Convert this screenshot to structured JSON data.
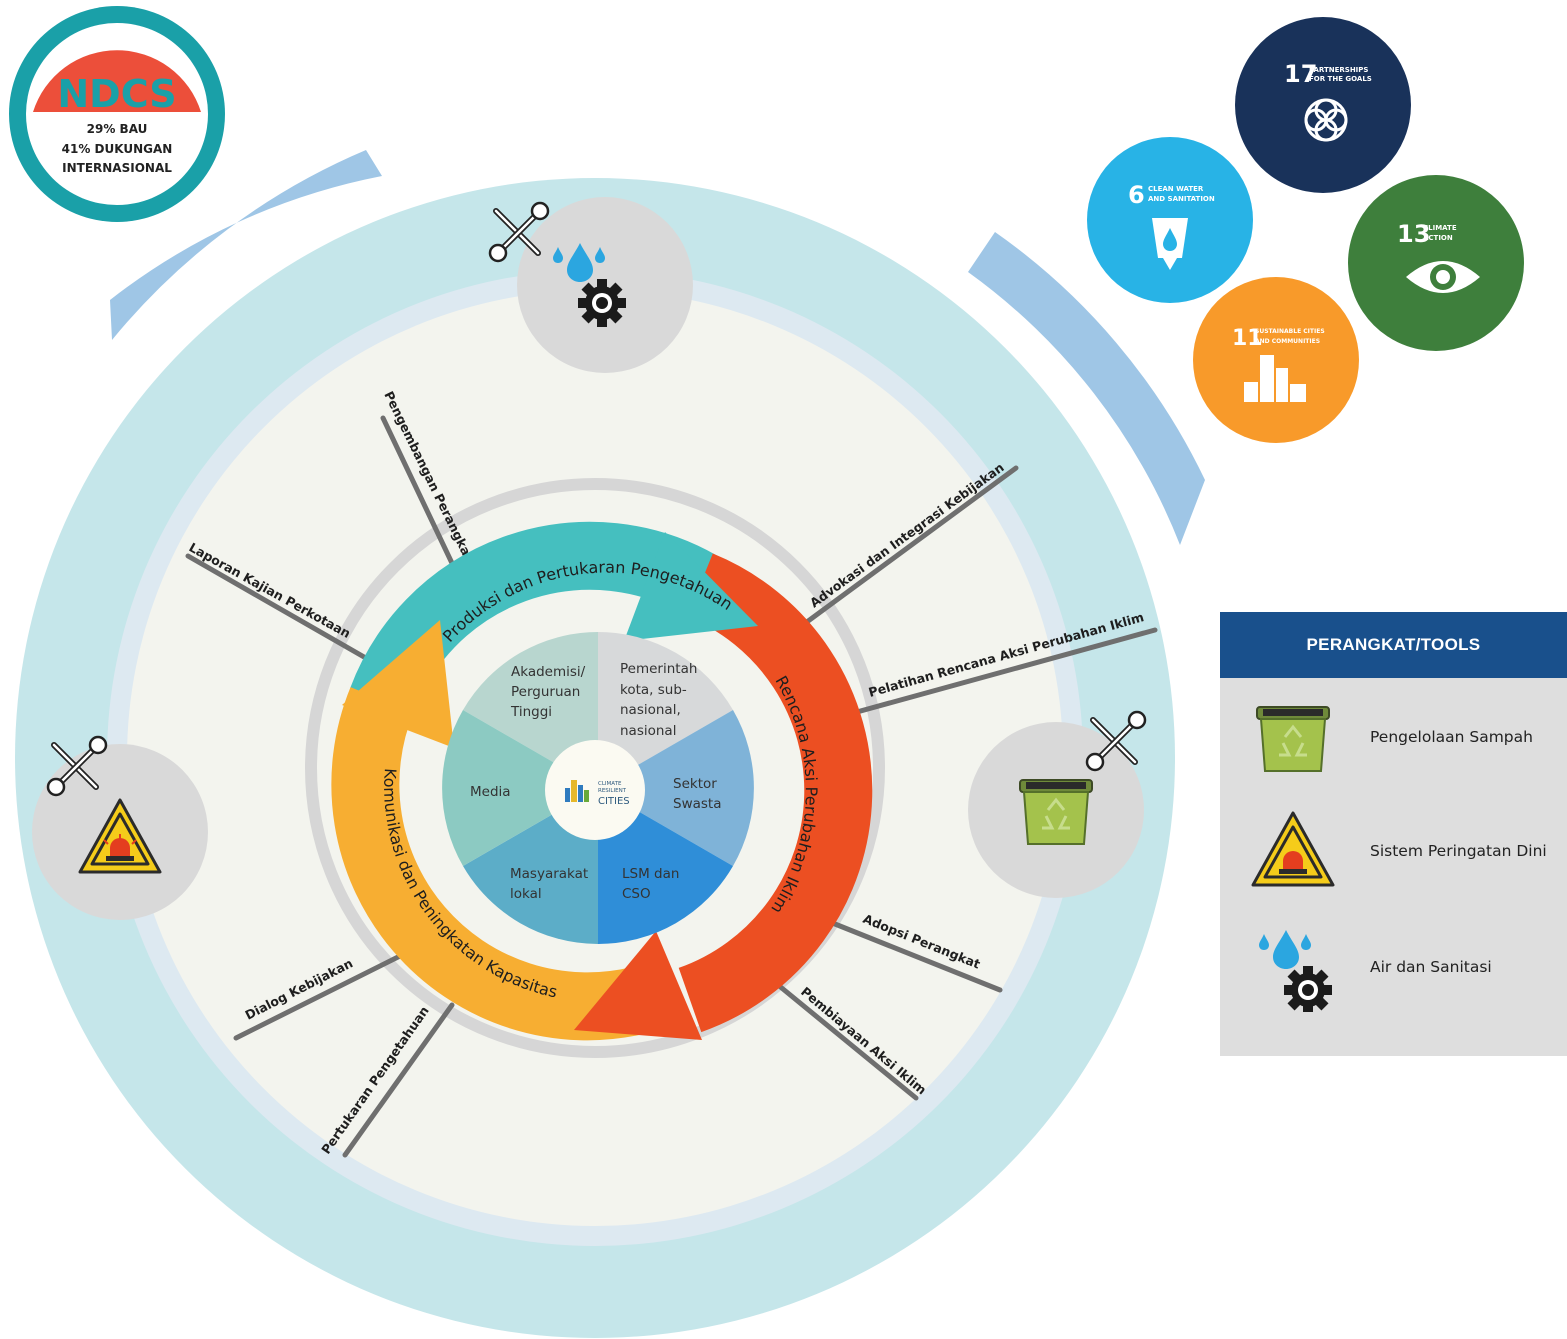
{
  "ndcs": {
    "title": "NDCS",
    "line1": "29% BAU",
    "line2": "41% DUKUNGAN",
    "line3": "INTERNASIONAL"
  },
  "sdgs": [
    {
      "number": "17",
      "title_line1": "PARTNERSHIPS",
      "title_line2": "FOR THE GOALS",
      "color": "#19325a"
    },
    {
      "number": "6",
      "title_line1": "CLEAN WATER",
      "title_line2": "AND SANITATION",
      "color": "#28b3e6"
    },
    {
      "number": "13",
      "title_line1": "CLIMATE",
      "title_line2": "ACTION",
      "color": "#3e7f3c"
    },
    {
      "number": "11",
      "title_line1": "SUSTAINABLE CITIES",
      "title_line2": "AND COMMUNITIES",
      "color": "#f89a2a"
    }
  ],
  "cycle": {
    "knowledge": "Produksi dan Pertukaran Pengetahuan",
    "climate_plan": "Rencana Aksi Perubahan Iklim",
    "communication": "Komunikasi dan Peningkatan Kapasitas"
  },
  "stakeholders": {
    "academia": [
      "Akademisi/",
      "Perguruan",
      "Tinggi"
    ],
    "government": [
      "Pemerintah",
      "kota, sub-",
      "nasional,",
      "nasional"
    ],
    "private": [
      "Sektor",
      "Swasta"
    ],
    "ngo": [
      "LSM dan",
      "CSO"
    ],
    "community": [
      "Masyarakat",
      "lokal"
    ],
    "media": [
      "Media"
    ]
  },
  "center_logo": [
    "CLIMATE",
    "RESILIENT",
    "CITIES"
  ],
  "spokes": {
    "tool_dev": "Pengembangan Perangkat",
    "urban_report": "Laporan Kajian Perkotaan",
    "advocacy": "Advokasi dan Integrasi Kebijakan",
    "training": "Pelatihan Rencana Aksi Perubahan Iklim",
    "adoption": "Adopsi Perangkat",
    "financing": "Pembiayaan Aksi Iklim",
    "dialog": "Dialog Kebijakan",
    "exchange": "Pertukaran Pengetahuan"
  },
  "legend": {
    "header": "PERANGKAT/TOOLS",
    "items": [
      {
        "label": "Pengelolaan Sampah",
        "icon": "trash-bin-icon"
      },
      {
        "label": "Sistem Peringatan Dini",
        "icon": "warning-siren-icon"
      },
      {
        "label": "Air dan Sanitasi",
        "icon": "water-drop-gear-icon"
      }
    ]
  },
  "colors": {
    "outer_ring": "#c5e6ea",
    "band_blue": "#9fc6e6",
    "teal_arrow": "#45bfbf",
    "red_arrow": "#ec4f22",
    "orange_arrow": "#f7ae32",
    "legend_header": "#19508c"
  }
}
